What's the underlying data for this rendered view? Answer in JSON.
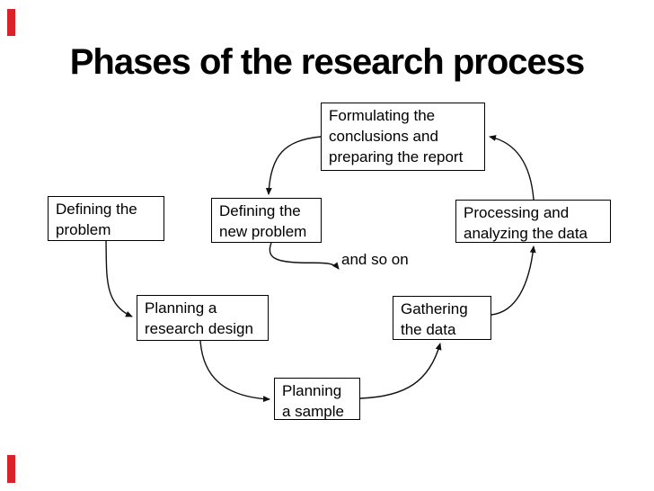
{
  "slide": {
    "title": "Phases of the research process",
    "accent_color": "#d8232a"
  },
  "diagram": {
    "nodes": {
      "formulating": {
        "label": "Formulating the\nconclusions and\npreparing the report"
      },
      "defining_problem": {
        "label": "Defining the\nproblem"
      },
      "defining_new_problem": {
        "label": "Defining the\nnew problem"
      },
      "processing": {
        "label": "Processing and\nanalyzing the data"
      },
      "planning_design": {
        "label": "Planning a\nresearch design"
      },
      "gathering": {
        "label": "Gathering\nthe data"
      },
      "planning_sample": {
        "label": "Planning\na sample"
      }
    },
    "floating_label": "and so on"
  }
}
